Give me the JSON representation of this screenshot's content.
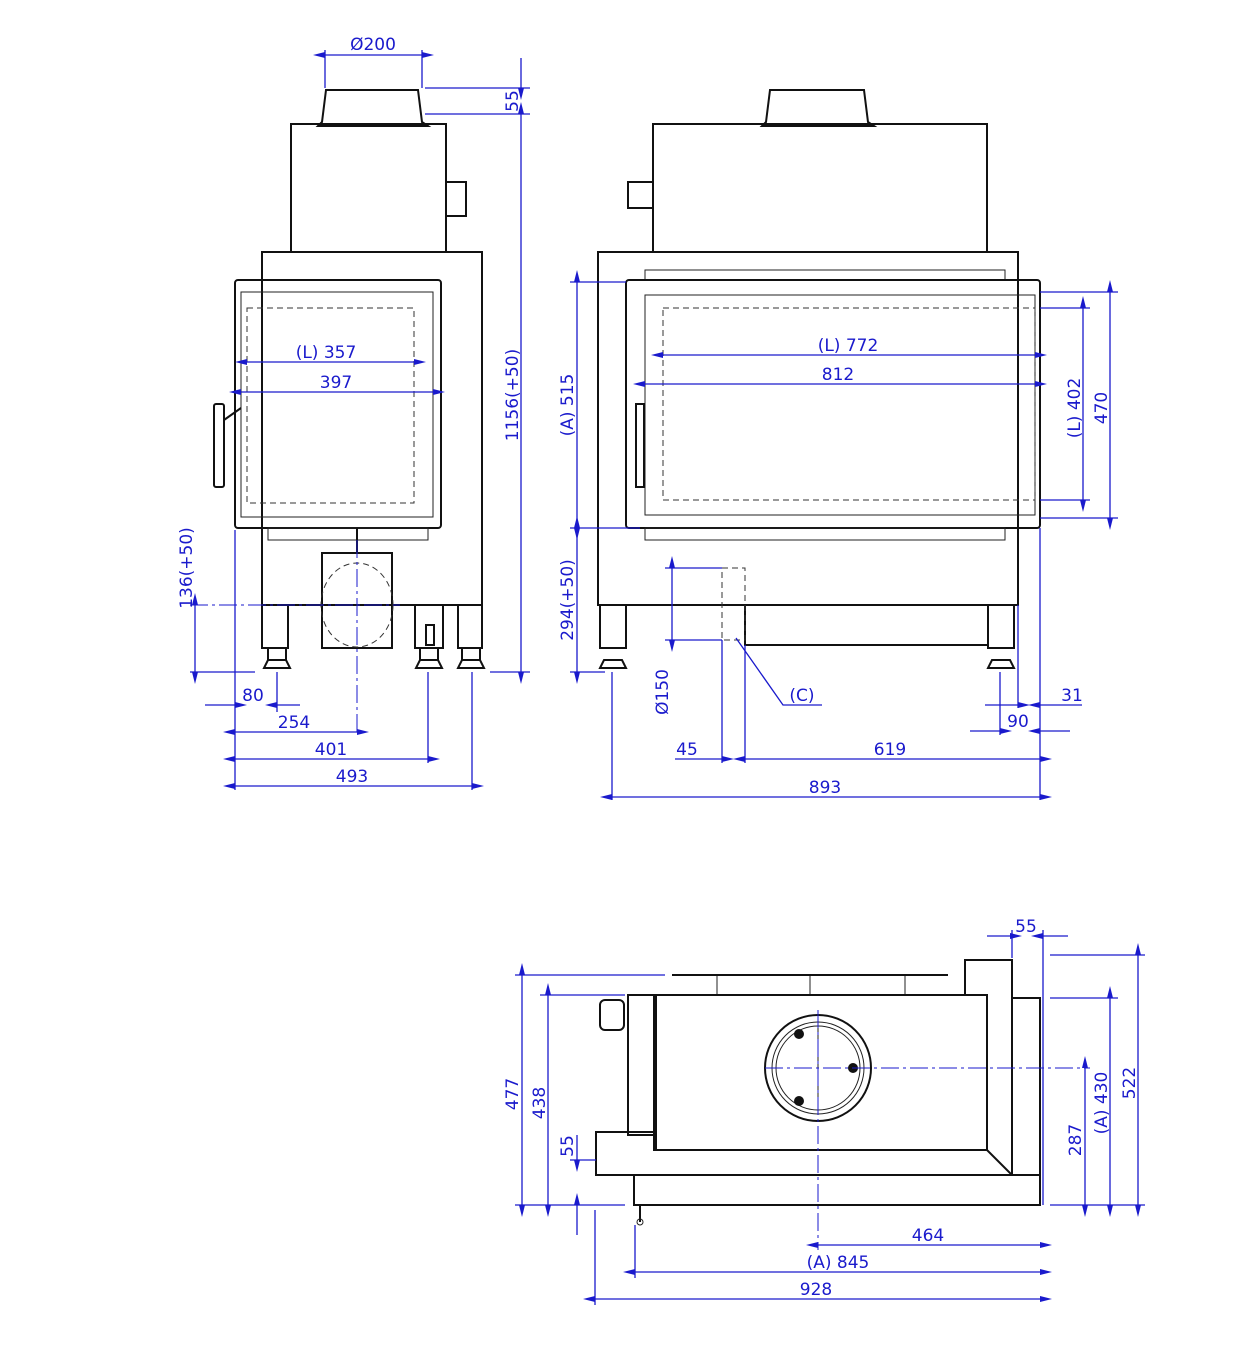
{
  "side_view": {
    "flue_diameter": "Ø200",
    "flue_height": "55",
    "total_height": "1156(+50)",
    "glass_width_visible": "(L) 357",
    "glass_width": "397",
    "air_inlet_height": "136(+50)",
    "foot_offset": "80",
    "air_inlet_offset": "254",
    "foot_distance": "401",
    "depth": "493"
  },
  "front_view": {
    "glass_width_visible": "(L) 772",
    "glass_width": "812",
    "opening_height": "(A) 515",
    "glass_height_visible": "(L) 402",
    "glass_height": "470",
    "base_height": "294(+50)",
    "air_inlet_diameter": "Ø150",
    "air_inlet_label": "(C)",
    "side_offset_small": "31",
    "side_offset": "90",
    "inlet_offset": "45",
    "inlet_distance": "619",
    "total_width": "893"
  },
  "top_view": {
    "flange": "55",
    "depth_outer": "477",
    "depth_body": "438",
    "front_step": "55",
    "flue_center_depth": "287",
    "opening_depth": "(A) 430",
    "total_depth": "522",
    "flue_center_offset": "464",
    "opening_width": "(A) 845",
    "total_width": "928"
  }
}
